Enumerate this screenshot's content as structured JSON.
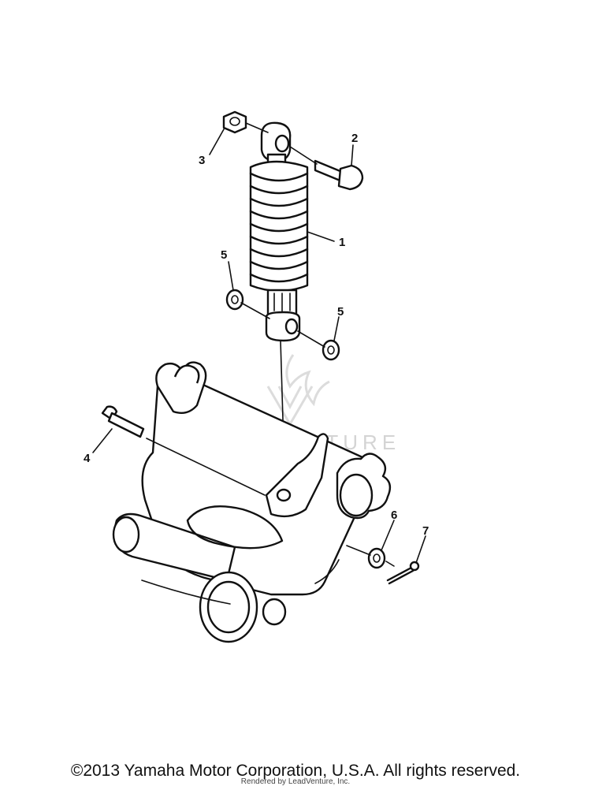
{
  "callouts": [
    {
      "id": 1,
      "label": "1",
      "part": "rear-shock-absorber"
    },
    {
      "id": 2,
      "label": "2",
      "part": "upper-mount-bolt"
    },
    {
      "id": 3,
      "label": "3",
      "part": "upper-nut"
    },
    {
      "id": 4,
      "label": "4",
      "part": "swingarm-pivot-bolt"
    },
    {
      "id": 5,
      "label": "5",
      "part": "washer-left"
    },
    {
      "id": 6,
      "label": "5",
      "part": "washer-right"
    },
    {
      "id": 7,
      "label": "6",
      "part": "rear-washer"
    },
    {
      "id": 8,
      "label": "7",
      "part": "cotter-pin"
    }
  ],
  "watermark": {
    "text": "LEADVENTURE"
  },
  "footer": {
    "copyright": "©2013 Yamaha Motor Corporation, U.S.A. All rights reserved.",
    "rendered_by": "Rendered by LeadVenture, Inc."
  }
}
